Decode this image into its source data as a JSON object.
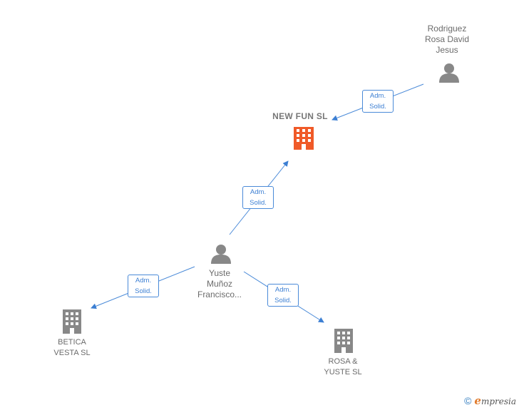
{
  "nodes": {
    "new_fun": {
      "label": "NEW FUN  SL",
      "color": "#f05a28"
    },
    "rodriguez": {
      "label_lines": [
        "Rodriguez",
        "Rosa David",
        "Jesus"
      ]
    },
    "yuste": {
      "label_lines": [
        "Yuste",
        "Muñoz",
        "Francisco..."
      ]
    },
    "betica": {
      "label_lines": [
        "BETICA",
        "VESTA  SL"
      ]
    },
    "rosa_yuste": {
      "label_lines": [
        "ROSA &",
        "YUSTE  SL"
      ]
    }
  },
  "edges": [
    {
      "from": "rodriguez",
      "to": "new_fun",
      "label_lines": [
        "Adm.",
        "Solid."
      ]
    },
    {
      "from": "yuste",
      "to": "new_fun",
      "label_lines": [
        "Adm.",
        "Solid."
      ]
    },
    {
      "from": "yuste",
      "to": "betica",
      "label_lines": [
        "Adm.",
        "Solid."
      ]
    },
    {
      "from": "yuste",
      "to": "rosa_yuste",
      "label_lines": [
        "Adm.",
        "Solid."
      ]
    }
  ],
  "footer": {
    "copyright": "©",
    "brand_initial": "e",
    "brand_rest": "mpresia"
  },
  "colors": {
    "edge": "#4a8ad8",
    "person_icon": "#888888",
    "building_icon": "#888888",
    "main_building": "#f05a28"
  }
}
